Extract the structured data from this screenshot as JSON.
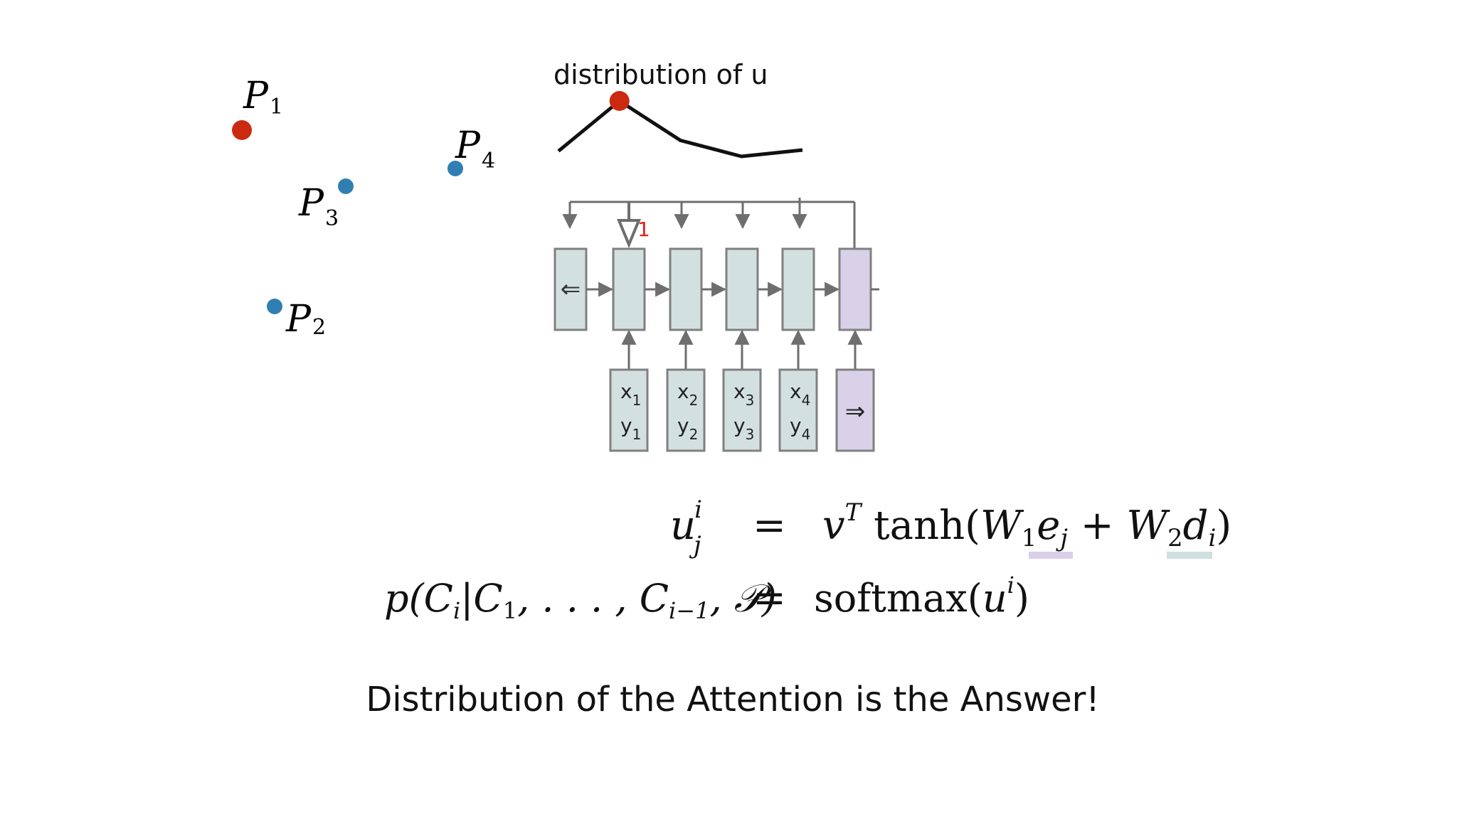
{
  "colors": {
    "point_selected": "#cc2a10",
    "point_default": "#2f7fb3",
    "encoder_fill": "#d3e0e0",
    "decoder_fill": "#d9d1e8",
    "box_stroke": "#808080",
    "arrow": "#6e6e6e",
    "curve": "#111111",
    "pointer_mark": "#e0201a",
    "underline_e": "#d9cfe8",
    "underline_d": "#cfe0e0"
  },
  "points": [
    {
      "id": "P1",
      "label": "P",
      "subscript": "1",
      "selected": true
    },
    {
      "id": "P2",
      "label": "P",
      "subscript": "2",
      "selected": false
    },
    {
      "id": "P3",
      "label": "P",
      "subscript": "3",
      "selected": false
    },
    {
      "id": "P4",
      "label": "P",
      "subscript": "4",
      "selected": false
    }
  ],
  "distribution": {
    "caption": "distribution of u",
    "values": [
      0.45,
      0.92,
      0.55,
      0.4,
      0.46
    ],
    "peak_index": 1
  },
  "network": {
    "pointer_mark": "1",
    "encoder_input_glyph": "⇐",
    "decoder_input_glyph": "⇒",
    "inputs": [
      {
        "x": "x",
        "xs": "1",
        "y": "y",
        "ys": "1"
      },
      {
        "x": "x",
        "xs": "2",
        "y": "y",
        "ys": "2"
      },
      {
        "x": "x",
        "xs": "3",
        "y": "y",
        "ys": "3"
      },
      {
        "x": "x",
        "xs": "4",
        "y": "y",
        "ys": "4"
      }
    ]
  },
  "equations": {
    "eq1": {
      "lhs_var": "u",
      "lhs_sup": "i",
      "lhs_sub": "j",
      "eq": "=",
      "v": "v",
      "v_sup": "T",
      "fn": " tanh(",
      "w1": "W",
      "w1_sub": "1",
      "e": "e",
      "e_sub": "j",
      "plus": " + ",
      "w2": "W",
      "w2_sub": "2",
      "d": "d",
      "d_sub": "i",
      "close": ")"
    },
    "eq2": {
      "lhs": "p(C",
      "lhs_sub_i": "i",
      "bar": "|C",
      "c1_sub": "1",
      "dots": ", . . . , C",
      "cim1_sub": "i−1",
      "tail": ", 𝒫)",
      "eq": "=",
      "fn": "softmax(",
      "u": "u",
      "u_sup": "i",
      "close": ")"
    }
  },
  "footer": {
    "answer_text": "Distribution of the Attention is the Answer!"
  }
}
